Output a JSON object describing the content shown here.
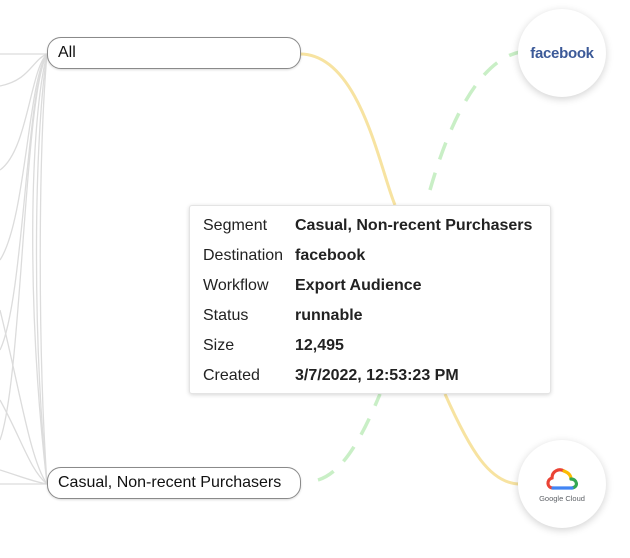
{
  "nodes": {
    "all_label": "All",
    "segment_label": "Casual, Non-recent Purchasers"
  },
  "destinations": {
    "facebook_label": "facebook",
    "gcloud_label": "Google Cloud"
  },
  "tooltip": {
    "rows": [
      {
        "key": "Segment",
        "value": "Casual, Non-recent Purchasers"
      },
      {
        "key": "Destination",
        "value": "facebook"
      },
      {
        "key": "Workflow",
        "value": "Export Audience"
      },
      {
        "key": "Status",
        "value": "runnable"
      },
      {
        "key": "Size",
        "value": "12,495"
      },
      {
        "key": "Created",
        "value": "3/7/2022, 12:53:23 PM"
      }
    ]
  },
  "colors": {
    "edge_gray": "#d9d9d9",
    "edge_yellow": "#f7e3a1",
    "edge_green_dashed": "#c9efc6",
    "facebook_blue": "#3b5998",
    "gcloud_red": "#ea4335",
    "gcloud_yellow": "#fbbc04",
    "gcloud_green": "#34a853",
    "gcloud_blue": "#4285f4"
  },
  "icons": [
    "facebook-logo",
    "google-cloud-logo"
  ]
}
